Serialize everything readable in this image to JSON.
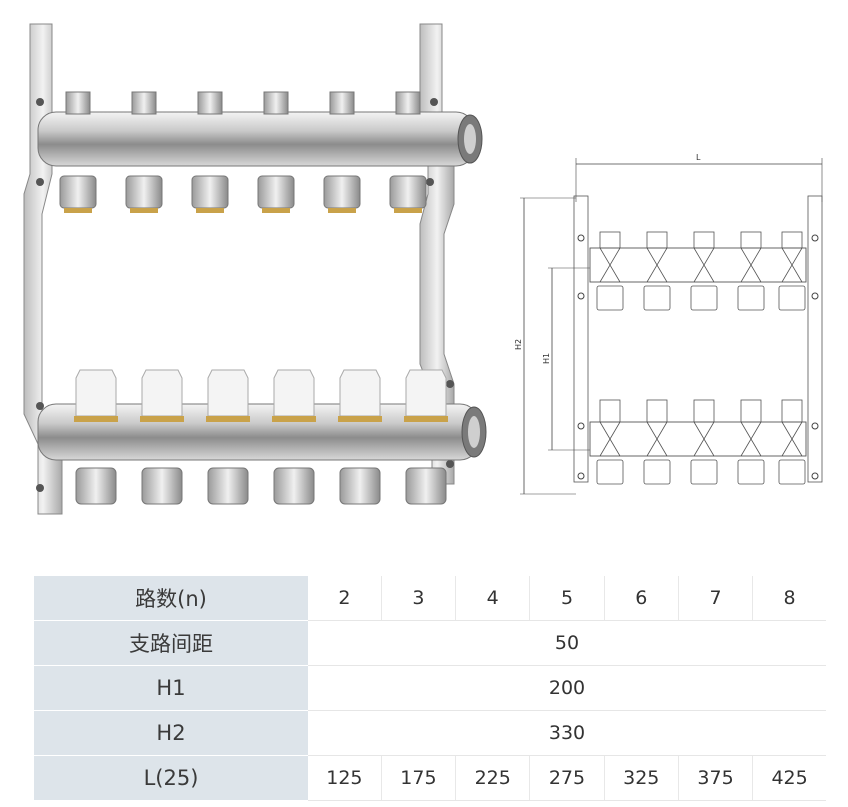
{
  "dimension_labels": {
    "length": "L",
    "height_outer": "H2",
    "height_inner": "H1"
  },
  "spec_table": {
    "rows": [
      {
        "label": "路数(n)",
        "values": [
          "2",
          "3",
          "4",
          "5",
          "6",
          "7",
          "8"
        ]
      },
      {
        "label": "支路间距",
        "merged_value": "50"
      },
      {
        "label": "H1",
        "merged_value": "200"
      },
      {
        "label": "H2",
        "merged_value": "330"
      },
      {
        "label": "L(25)",
        "values": [
          "125",
          "175",
          "225",
          "275",
          "325",
          "375",
          "425"
        ]
      }
    ]
  }
}
